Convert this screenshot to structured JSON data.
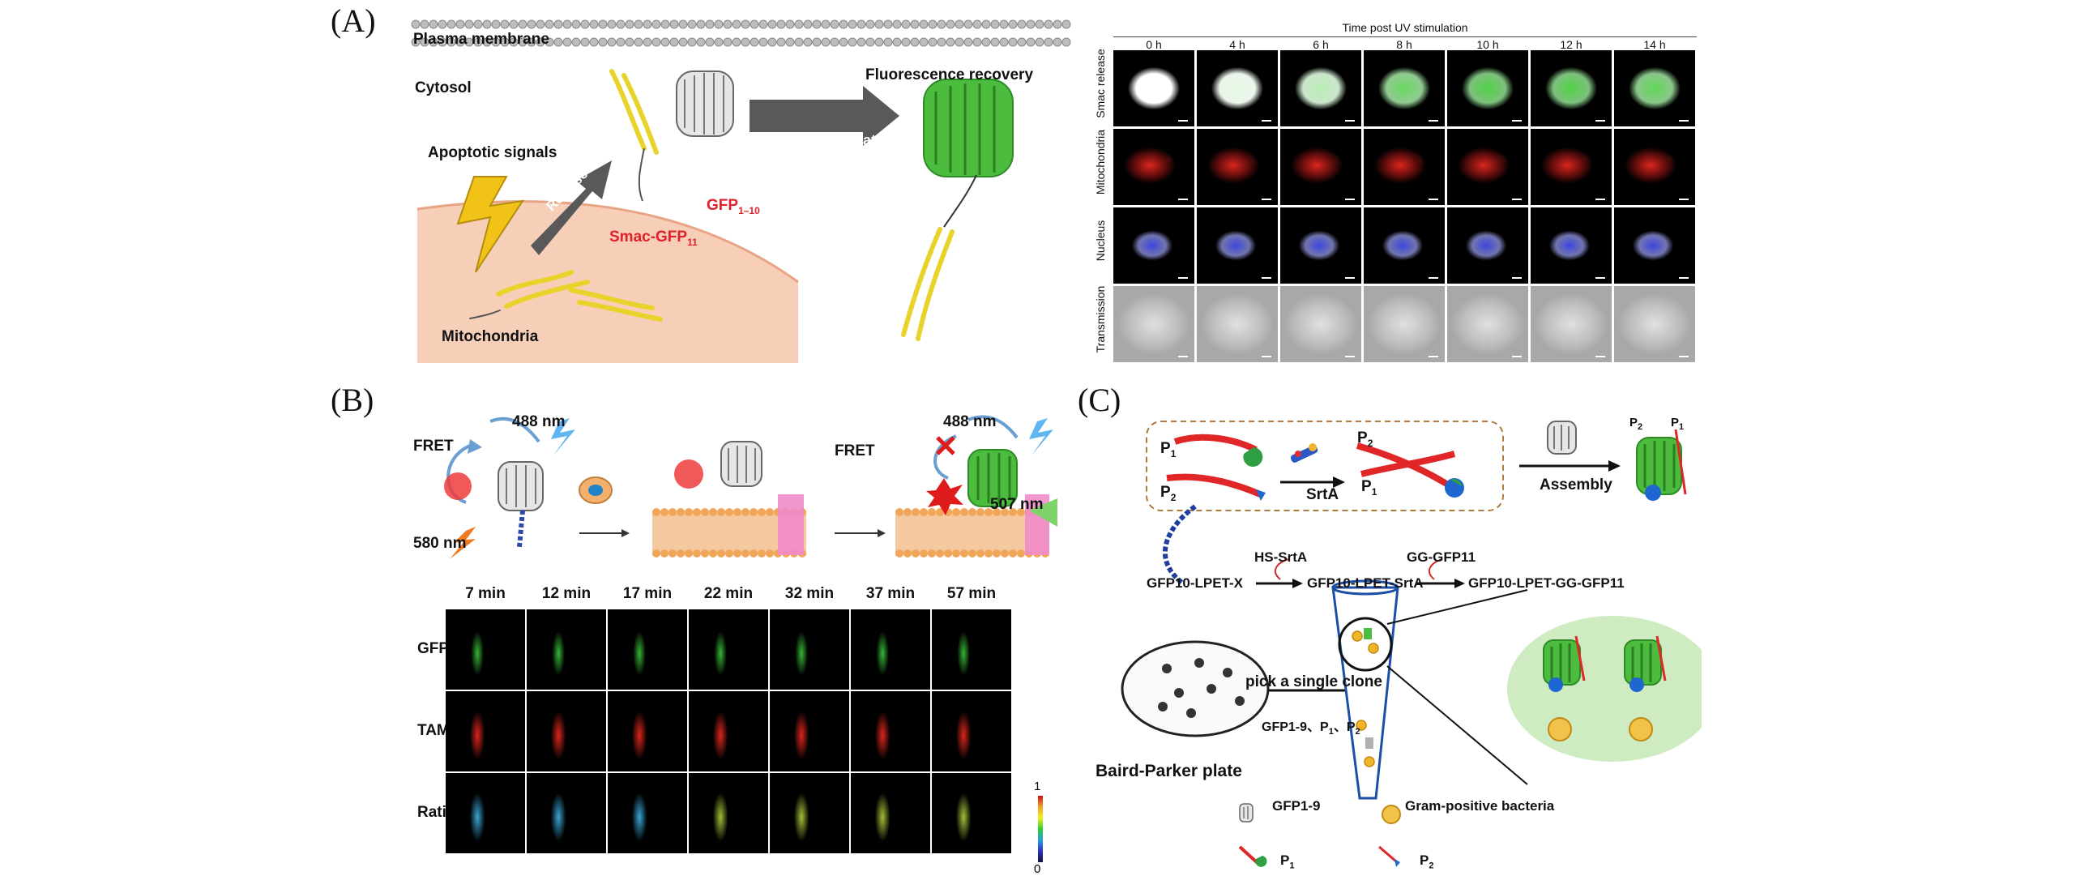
{
  "panelA": {
    "letter": "(A)",
    "plasma_membrane": "Plasma membrane",
    "cytosol": "Cytosol",
    "apoptotic_signals": "Apoptotic signals",
    "release": "Release",
    "smac_gfp11_main": "Smac-GFP",
    "smac_gfp11_sub": "11",
    "gfp110_main": "GFP",
    "gfp110_sub": "1–10",
    "complementation": "Complementation",
    "fluorescence_recovery": "Fluorescence recovery",
    "mitochondria": "Mitochondria",
    "grid_title": "Time post UV stimulation",
    "timepoints": [
      "0 h",
      "4 h",
      "6 h",
      "8 h",
      "10 h",
      "12 h",
      "14 h"
    ],
    "row_labels": [
      "Smac release",
      "Mitochondria",
      "Nucleus",
      "Transmission"
    ]
  },
  "panelB": {
    "letter": "(B)",
    "fret": "FRET",
    "nm488": "488 nm",
    "nm580": "580 nm",
    "fret2": "FRET",
    "nm488b": "488 nm",
    "nm507": "507 nm",
    "timepoints": [
      "7 min",
      "12 min",
      "17 min",
      "22 min",
      "32 min",
      "37 min",
      "57 min"
    ],
    "row_labels": [
      "GFP",
      "TAMRA",
      "Ratio"
    ],
    "scale_max": "1",
    "scale_min": "0"
  },
  "panelC": {
    "letter": "(C)",
    "p1": "P",
    "p2": "P",
    "sub1": "1",
    "sub2": "2",
    "srta": "SrtA",
    "assembly": "Assembly",
    "hs_srta": "HS-SrtA",
    "gg_gfp11": "GG-GFP11",
    "step1": "GFP10-LPET-X",
    "step2": "GFP10-LPET-SrtA",
    "step3": "GFP10-LPET-GG-GFP11",
    "pick_clone": "pick a single clone",
    "reagents": "GFP1-9、P",
    "reagents_sep": "、P",
    "plate": "Baird-Parker plate",
    "legend_gfp19": "GFP1-9",
    "legend_bacteria": "Gram-positive bacteria",
    "legend_p1": "P",
    "legend_p2": "P"
  },
  "colors": {
    "gfp_green": "#3db33d",
    "tamra_red": "#e02a1f",
    "nucleus_blue": "#2430c8",
    "label_red": "#e0202a"
  }
}
